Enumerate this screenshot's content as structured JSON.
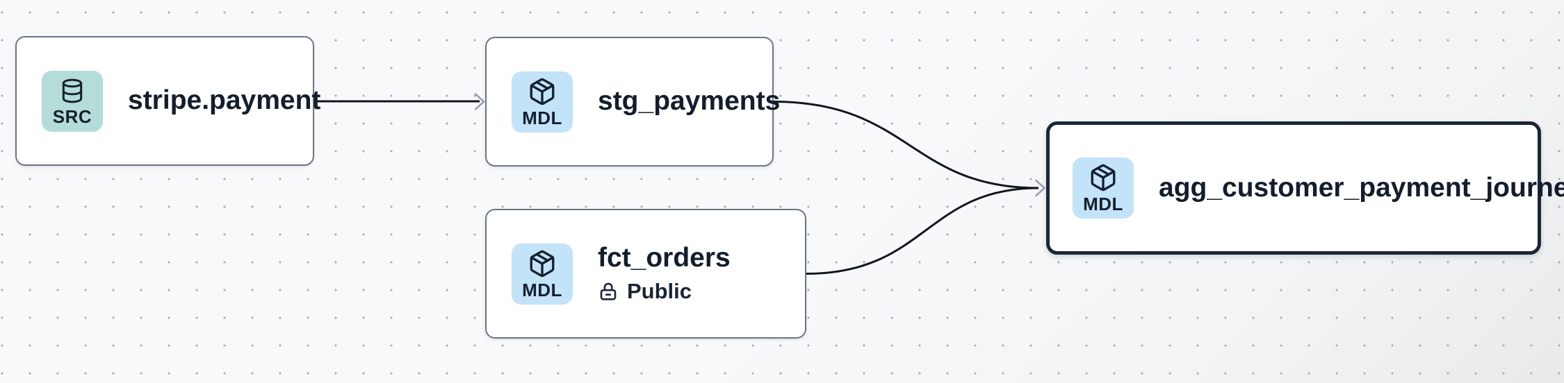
{
  "canvas": {
    "background_color": "#f8f9fb",
    "dot_grid_color": "#a9aeba",
    "edge_color": "#10161f",
    "arrowhead_color": "#99a0af",
    "selected_border_color": "#1b2637",
    "node_border_color": "#6b7585"
  },
  "nodes": [
    {
      "title": "stripe.payment",
      "badge": {
        "label": "SRC",
        "icon": "database-icon",
        "bg_color": "#b4ddda"
      },
      "selected": false
    },
    {
      "title": "stg_payments",
      "badge": {
        "label": "MDL",
        "icon": "cube-icon",
        "bg_color": "#c3e3f9"
      },
      "selected": false
    },
    {
      "title": "fct_orders",
      "badge": {
        "label": "MDL",
        "icon": "cube-icon",
        "bg_color": "#c3e3f9"
      },
      "access": {
        "label": "Public",
        "icon": "lock-open-icon"
      },
      "selected": false
    },
    {
      "title": "agg_customer_payment_journey",
      "badge": {
        "label": "MDL",
        "icon": "cube-icon",
        "bg_color": "#c3e3f9"
      },
      "selected": true
    }
  ],
  "edges": [
    {
      "source": "stripe.payment",
      "target": "stg_payments"
    },
    {
      "source": "stg_payments",
      "target": "agg_customer_payment_journey"
    },
    {
      "source": "fct_orders",
      "target": "agg_customer_payment_journey"
    }
  ]
}
